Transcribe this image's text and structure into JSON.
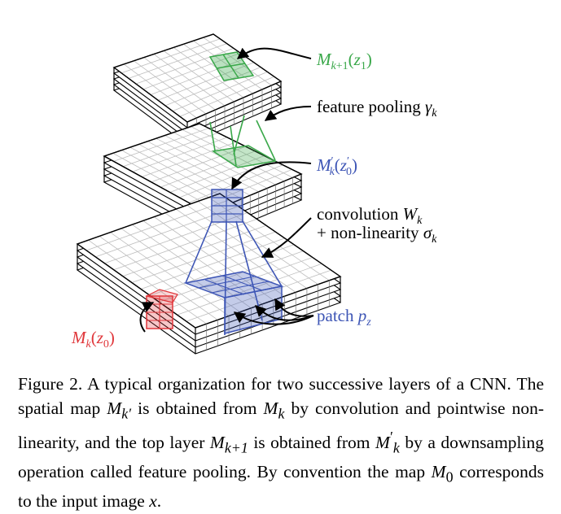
{
  "figure": {
    "labels": {
      "top_map": "M_{k+1}(z_1)",
      "pooling": "feature pooling γ_k",
      "mid_map": "M'_k(z'_0)",
      "conv_line1": "convolution W_k",
      "conv_line2": "+ non-linearity σ_k",
      "patch": "patch p_z",
      "bottom_map": "M_k(z_0)"
    },
    "colors": {
      "green": "#3aa84a",
      "blue": "#3d55b5",
      "red": "#e0363a",
      "grid": "#000000"
    }
  },
  "caption": {
    "figure_label": "Figure 2.",
    "text": "A typical organization for two successive layers of a CNN. The spatial map M_{k'} is obtained from M_k by convolution and pointwise non-linearity, and the top layer M_{k+1} is obtained from M'_k by a downsampling operation called feature pooling. By convention the map M_0 corresponds to the input image x."
  }
}
